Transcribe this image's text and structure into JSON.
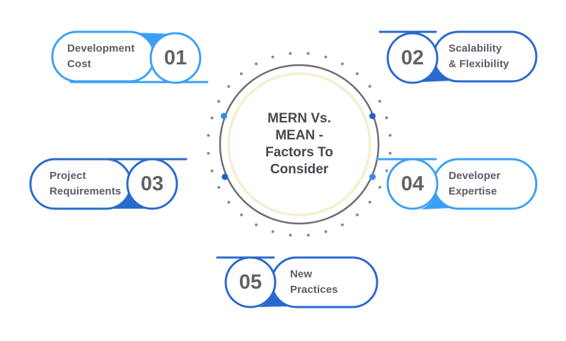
{
  "diagram": {
    "title_lines": [
      "MERN Vs.",
      "MEAN -",
      "Factors To",
      "Consider"
    ]
  },
  "colors": {
    "light_blue": "#3aa0f7",
    "dark_blue": "#2a69cd",
    "ring_gray": "#6e6e6e",
    "inner_ring_cream": "#f6eecd",
    "dot_gray": "#8a8a8a",
    "node_light": "#2e8ff2",
    "node_dark": "#1f5fd0",
    "text_gray": "#595d63"
  },
  "factors": [
    {
      "number": "01",
      "line1": "Development",
      "line2": "Cost",
      "accent": "#3aa0f7"
    },
    {
      "number": "02",
      "line1": "Scalability",
      "line2": "& Flexibility",
      "accent": "#2a69cd"
    },
    {
      "number": "03",
      "line1": "Project",
      "line2": "Requirements",
      "accent": "#2a69cd"
    },
    {
      "number": "04",
      "line1": "Developer",
      "line2": "Expertise",
      "accent": "#3aa0f7"
    },
    {
      "number": "05",
      "line1": "New",
      "line2": "Practices",
      "accent": "#2a69cd"
    }
  ]
}
